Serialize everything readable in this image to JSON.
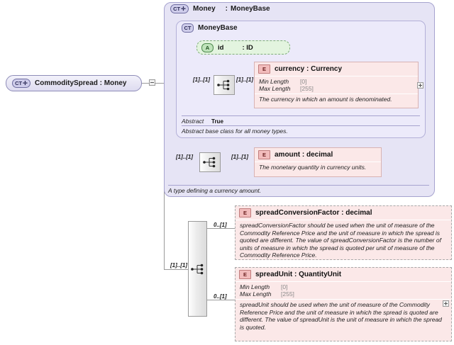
{
  "diagram": {
    "type": "xsd-schema-diagram",
    "root": {
      "badge": "CT",
      "badge_plus": "+",
      "name": "CommoditySpread",
      "separator": ":",
      "type": "Money",
      "label": "CommoditySpread  : Money"
    },
    "money_box": {
      "badge": "CT",
      "badge_plus": "+",
      "title": "Money",
      "separator": ":",
      "type": "MoneyBase",
      "footer": "A type defining a currency amount."
    },
    "moneybase_box": {
      "badge": "CT",
      "title": "MoneyBase",
      "abstract_label": "Abstract",
      "abstract_value": "True",
      "footer": "Abstract base class for all money types."
    },
    "attribute_id": {
      "badge": "A",
      "name": "id",
      "separator": ":",
      "type": "ID"
    },
    "elements": {
      "currency": {
        "badge": "E",
        "title": "currency : Currency",
        "facets": [
          {
            "name": "Min Length",
            "value": "[0]"
          },
          {
            "name": "Max Length",
            "value": "[255]"
          }
        ],
        "doc": "The currency in which an amount is denominated."
      },
      "amount": {
        "badge": "E",
        "title": "amount  : decimal",
        "facets": [],
        "doc": "The monetary quantity in currency units."
      },
      "spreadConversionFactor": {
        "badge": "E",
        "title": "spreadConversionFactor : decimal",
        "facets": [],
        "doc": "spreadConversionFactor should be used when the unit of measure of the Commodity Reference Price and the unit of measure in which the spread is quoted are different. The value of spreadConversionFactor is the number of units of measure in which the spread is quoted per unit of measure of the Commodity Reference Price."
      },
      "spreadUnit": {
        "badge": "E",
        "title": "spreadUnit : QuantityUnit",
        "facets": [
          {
            "name": "Min Length",
            "value": "[0]"
          },
          {
            "name": "Max Length",
            "value": "[255]"
          }
        ],
        "doc": "spreadUnit should be used when the unit of measure of the Commodity Reference Price and the unit of measure in which the spread is quoted are different. The value of spreadUnit is the unit of measure in which the spread is quoted."
      }
    },
    "cardinality": {
      "one_one": "[1]..[1]",
      "zero_one": "0..[1]"
    },
    "colors": {
      "complex_type_fill": "#e6e4f5",
      "complex_type_border": "#a6a3cf",
      "element_fill": "#fbe8e8",
      "element_border": "#d8b3b3",
      "attribute_fill": "#e3f4df",
      "attribute_border": "#7fae79",
      "connector": "#9a9a9a"
    }
  }
}
